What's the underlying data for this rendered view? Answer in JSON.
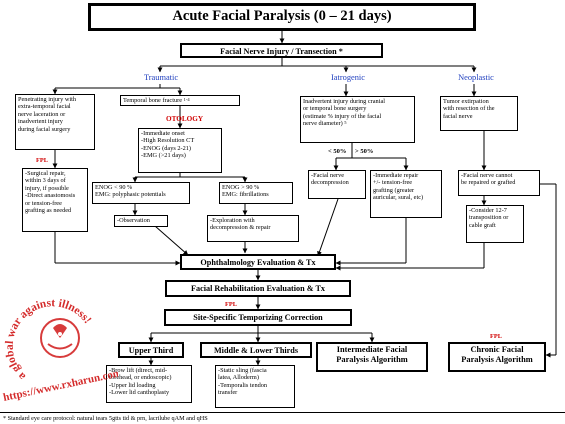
{
  "title": {
    "main": "Acute Facial Paralysis",
    "range": "(0 – 21 days)"
  },
  "root": "Facial Nerve Injury / Transection *",
  "categories": {
    "traumatic": "Traumatic",
    "iatrogenic": "Iatrogenic",
    "neoplastic": "Neoplastic"
  },
  "penetrating": [
    "Penetrating injury with",
    "extra-temporal facial",
    "nerve laceration or",
    "inadvertent injury",
    "during facial surgery"
  ],
  "temporal_fracture": {
    "text": "Temporal bone fracture",
    "ref": "1-4"
  },
  "otology": "OTOLOGY",
  "fpl": [
    "FPL",
    "FPL",
    "FPL"
  ],
  "surgical_repair": [
    "-Surgical repair,",
    "within 3 days of",
    "injury, if possible",
    "-Direct anastomosis",
    "or tension-free",
    "grafting as needed"
  ],
  "immediate_onset": [
    "-Immediate onset",
    "-High Resolution CT",
    "-ENOG (days 2-21)",
    "-EMG (>21 days)"
  ],
  "enog_lt": [
    "ENOG < 90 %",
    "EMG: polyphasic potentials"
  ],
  "enog_gt": [
    "ENOG > 90 %",
    "EMG: fibrillations"
  ],
  "observation": "-Observation",
  "exploration": [
    "-Exploration with",
    "decompression & repair"
  ],
  "inadvertent": {
    "lines": [
      "Inadvertent injury during cranial",
      "or temporal bone surgery",
      "(estimate % injury of the facial",
      "nerve diameter)"
    ],
    "ref": "5"
  },
  "pct_lt": "< 50%",
  "pct_gt": "> 50%",
  "tumor": [
    "Tumor extirpation",
    "with resection of the",
    "facial nerve"
  ],
  "decompression": [
    "-Facial nerve",
    "decompression"
  ],
  "immediate_repair": [
    "-Immediate repair",
    "+/- tension-free",
    "grafting (greater",
    "auricular, sural, etc)"
  ],
  "cannot_repair": [
    "-Facial nerve cannot",
    "be repaired or grafted"
  ],
  "consider": [
    "-Consider 12-7",
    "transposition or",
    "cable graft"
  ],
  "ophthalmology": "Ophthalmology Evaluation & Tx",
  "rehab": "Facial Rehabilitation Evaluation & Tx",
  "temporizing": "Site-Specific Temporizing Correction",
  "upper_third": "Upper Third",
  "middle_lower": "Middle & Lower Thirds",
  "intermediate": [
    "Intermediate Facial",
    "Paralysis Algorithm"
  ],
  "chronic": [
    "Chronic Facial",
    "Paralysis Algorithm"
  ],
  "brow_lift": [
    "-Brow lift (direct, mid-",
    "forehead, or endoscopic)",
    "-Upper lid loading",
    "-Lower lid canthoplasty"
  ],
  "static_sling": [
    "-Static sling (fascia",
    "latea, Alloderm)",
    "-Temporalis tendon",
    "transfer"
  ],
  "footnote": "* Standard eye care protocol: natural tears 5gtts tid & prn, lacrilube qAM and qHS",
  "watermark": {
    "arc_text": "a global war against illness!",
    "url": "https://www.rxharun.com"
  },
  "colors": {
    "category_text": "#1f3fbf",
    "fpl": "#d10000",
    "watermark": "#d11a1a"
  }
}
